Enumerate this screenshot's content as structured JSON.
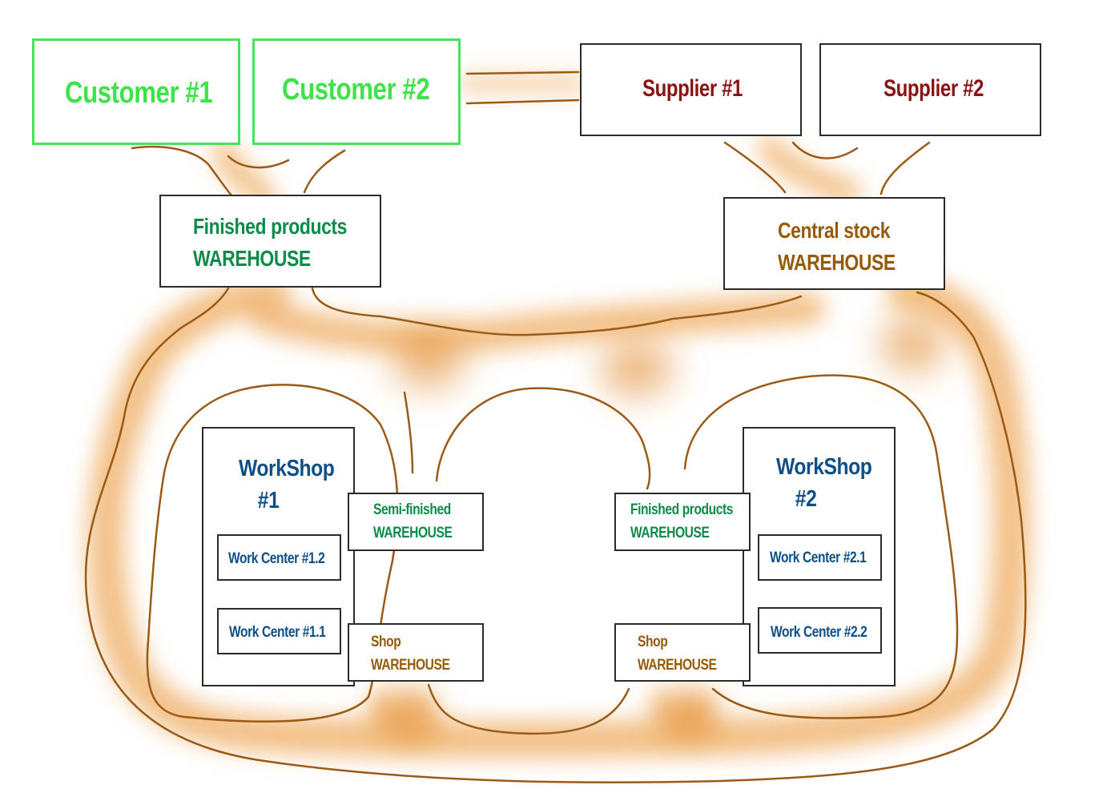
{
  "customers": {
    "c1": "Customer #1",
    "c2": "Customer #2"
  },
  "suppliers": {
    "s1": "Supplier #1",
    "s2": "Supplier #2"
  },
  "finished_products_warehouse": {
    "line1": "Finished products",
    "line2": "WAREHOUSE"
  },
  "central_stock_warehouse": {
    "line1": "Central stock",
    "line2": "WAREHOUSE"
  },
  "workshop1": {
    "title1": "WorkShop",
    "title2": "#1",
    "wc_a": "Work Center #1.2",
    "wc_b": "Work Center #1.1",
    "semi_line1": "Semi-finished",
    "semi_line2": "WAREHOUSE",
    "shop_line1": "Shop",
    "shop_line2": "WAREHOUSE"
  },
  "workshop2": {
    "title1": "WorkShop",
    "title2": "#2",
    "wc_a": "Work Center #2.1",
    "wc_b": "Work Center #2.2",
    "fp_line1": "Finished products",
    "fp_line2": "WAREHOUSE",
    "shop_line1": "Shop",
    "shop_line2": "WAREHOUSE"
  },
  "colors": {
    "flow_fill": "#e6a257",
    "flow_stroke": "#9c5a17",
    "customer_green": "#3fe24a",
    "supplier_red": "#8a1212",
    "warehouse_green": "#0e8a4a",
    "warehouse_brown": "#955a0a",
    "workshop_blue": "#0d4f86"
  }
}
